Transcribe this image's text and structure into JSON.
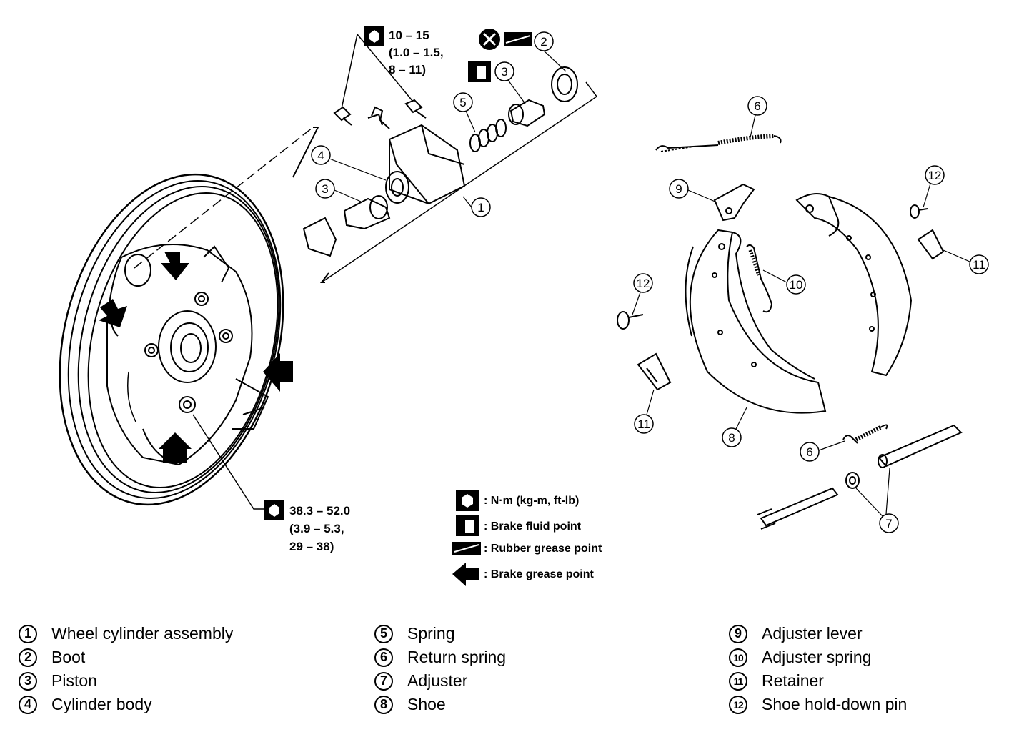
{
  "torque_callouts": {
    "bolts": [
      "10 – 15",
      "(1.0 – 1.5,",
      "8 – 11)"
    ],
    "plate": [
      "38.3 – 52.0",
      "(3.9 – 5.3,",
      "29 – 38)"
    ]
  },
  "legend": {
    "torque": ": N·m (kg-m, ft-lb)",
    "brake_fluid": ": Brake fluid point",
    "rubber_grease": ": Rubber grease point",
    "brake_grease": ": Brake grease point"
  },
  "callout_numbers": {
    "n1": "1",
    "n2": "2",
    "n3a": "3",
    "n3b": "3",
    "n4": "4",
    "n5": "5",
    "n6a": "6",
    "n6b": "6",
    "n7": "7",
    "n8": "8",
    "n9": "9",
    "n10": "10",
    "n11a": "11",
    "n11b": "11",
    "n12a": "12",
    "n12b": "12"
  },
  "parts": [
    {
      "num": "1",
      "name": "Wheel cylinder assembly"
    },
    {
      "num": "2",
      "name": "Boot"
    },
    {
      "num": "3",
      "name": "Piston"
    },
    {
      "num": "4",
      "name": "Cylinder body"
    },
    {
      "num": "5",
      "name": "Spring"
    },
    {
      "num": "6",
      "name": "Return spring"
    },
    {
      "num": "7",
      "name": "Adjuster"
    },
    {
      "num": "8",
      "name": "Shoe"
    },
    {
      "num": "9",
      "name": "Adjuster lever"
    },
    {
      "num": "10",
      "name": "Adjuster spring"
    },
    {
      "num": "11",
      "name": "Retainer"
    },
    {
      "num": "12",
      "name": "Shoe hold-down pin"
    }
  ]
}
